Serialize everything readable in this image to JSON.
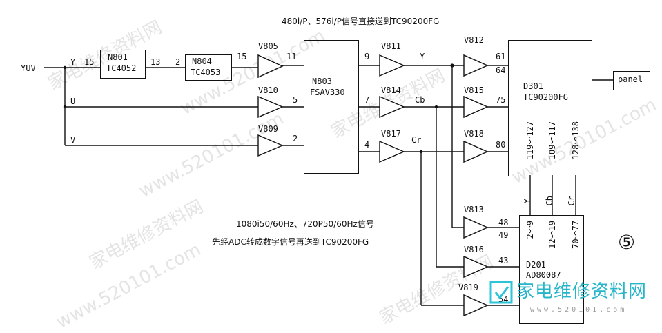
{
  "watermarks": {
    "cn": "家电维修资料网",
    "url": "www.520101.com"
  },
  "notes": {
    "top": "480i/P、576i/P信号直接送到TC90200FG",
    "bottom_line1": "1080i50/60Hz、720P50/60Hz信号",
    "bottom_line2": "先经ADC转成数字信号再送到TC90200FG"
  },
  "inputs": {
    "yuv": "YUV",
    "y": "Y",
    "u": "U",
    "v": "V"
  },
  "chips": {
    "n801": {
      "name": "N801",
      "part": "TC4052"
    },
    "n804": {
      "name": "N804",
      "part": "TC4053"
    },
    "n803": {
      "name": "N803",
      "part": "FSAV330"
    },
    "d301": {
      "name": "D301",
      "part": "TC90200FG"
    },
    "d201": {
      "name": "D201",
      "part": "AD80087"
    },
    "panel": "panel"
  },
  "buffers": {
    "v805": "V805",
    "v810": "V810",
    "v809": "V809",
    "v811": "V811",
    "v814": "V814",
    "v817": "V817",
    "v812": "V812",
    "v815": "V815",
    "v818": "V818",
    "v813": "V813",
    "v816": "V816",
    "v819": "V819"
  },
  "pins": {
    "p15a": "15",
    "p13": "13",
    "p2a": "2",
    "p15b": "15",
    "p11": "11",
    "p5": "5",
    "p2b": "2",
    "p9": "9",
    "p7": "7",
    "p4": "4",
    "p61": "61",
    "p64": "64",
    "p75": "75",
    "p80": "80",
    "p48": "48",
    "p49": "49",
    "p43": "43",
    "p54": "54",
    "d301_a": "119～127",
    "d301_b": "109～117",
    "d301_c": "128～138",
    "d201_a": "2～9",
    "d201_b": "12～19",
    "d201_c": "70～77"
  },
  "signals": {
    "y": "Y",
    "cb": "Cb",
    "cr": "Cr"
  },
  "figure_number": "⑤",
  "logo": {
    "cn": "家电维修资料网",
    "url": "www.520101.com"
  }
}
